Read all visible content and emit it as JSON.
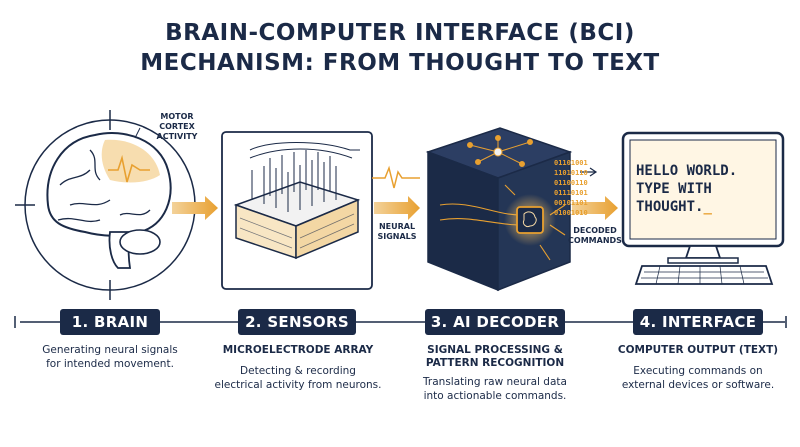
{
  "title": {
    "line1": "BRAIN-COMPUTER INTERFACE (BCI)",
    "line2": "MECHANISM: FROM THOUGHT TO TEXT"
  },
  "labels": {
    "motor_cortex": "MOTOR CORTEX",
    "motor_cortex_2": "ACTIVITY",
    "neural_signals": "NEURAL",
    "neural_signals_2": "SIGNALS",
    "decoded_commands": "DECODED",
    "decoded_commands_2": "COMMANDS"
  },
  "binary": [
    "01101001",
    "11010110",
    "01100110",
    "01110101",
    "00101101",
    "01001010"
  ],
  "screen": {
    "line1": "HELLO WORLD.",
    "line2": "TYPE WITH",
    "line3": "THOUGHT.",
    "cursor": "_"
  },
  "steps": [
    {
      "badge": "1. BRAIN",
      "subtitle": "",
      "desc1": "Generating neural signals",
      "desc2": "for intended movement."
    },
    {
      "badge": "2. SENSORS",
      "subtitle": "MICROELECTRODE ARRAY",
      "desc1": "Detecting & recording",
      "desc2": "electrical activity from neurons."
    },
    {
      "badge": "3. AI DECODER",
      "subtitle": "SIGNAL PROCESSING &",
      "subtitle2": "PATTERN RECOGNITION",
      "desc1": "Translating raw neural data",
      "desc2": "into actionable commands."
    },
    {
      "badge": "4. INTERFACE",
      "subtitle": "COMPUTER OUTPUT (TEXT)",
      "desc1": "Executing commands on",
      "desc2": "external devices or software."
    }
  ],
  "colors": {
    "navy": "#1b2a47",
    "accent": "#e8a030"
  }
}
